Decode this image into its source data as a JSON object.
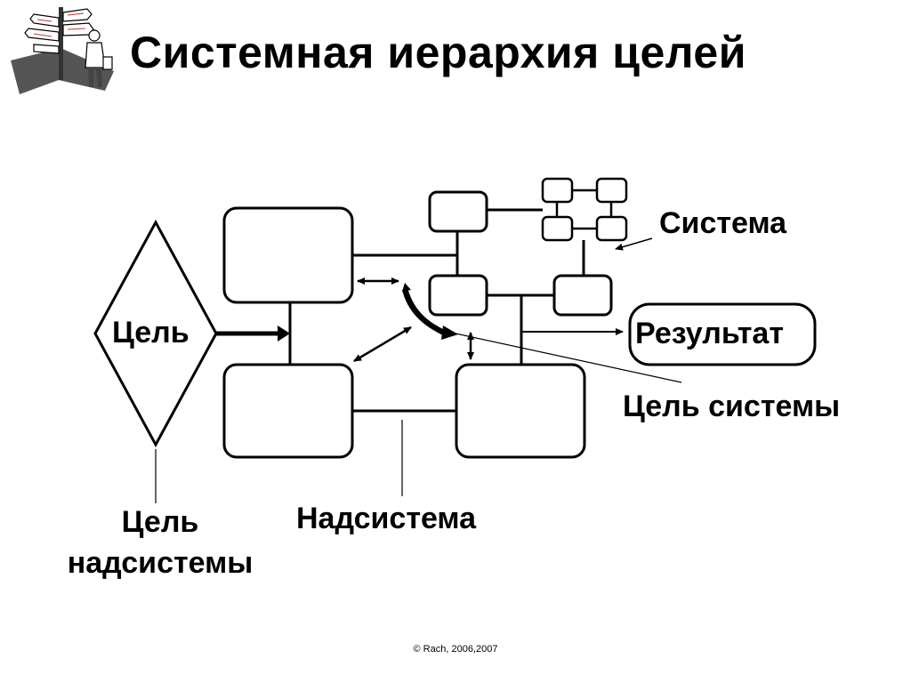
{
  "slide": {
    "title": "Системная иерархия целей",
    "copyright": "© Rach, 2006,2007"
  },
  "diagram": {
    "labels": {
      "goal": "Цель",
      "system": "Система",
      "result": "Результат",
      "system_goal": "Цель системы",
      "supersystem": "Надсистема",
      "supersystem_goal_line1": "Цель",
      "supersystem_goal_line2": "надсистемы"
    }
  },
  "colors": {
    "ink": "#000000",
    "background": "#ffffff",
    "logo_shadow": "#555555"
  },
  "icons": [
    "signpost-traveler-icon"
  ]
}
